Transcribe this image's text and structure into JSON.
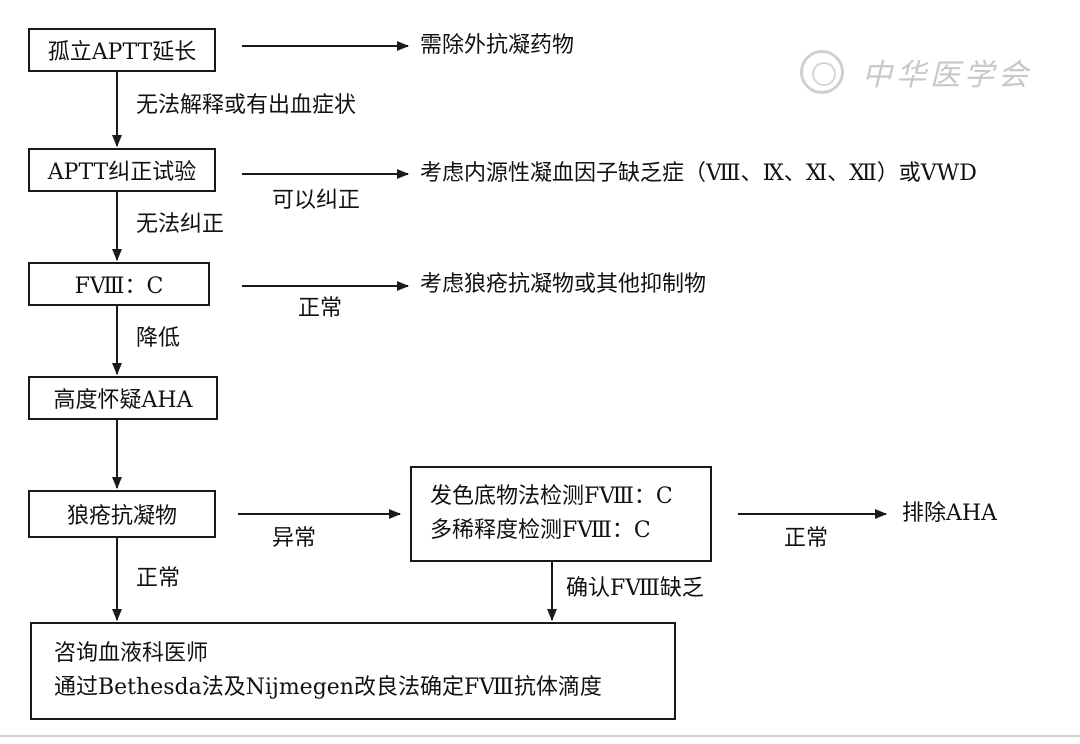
{
  "nodes": {
    "isolated_aptt": "孤立APTT延长",
    "aptt_correction": "APTT纠正试验",
    "f8c": "FⅧ：C",
    "suspect_aha": "高度怀疑AHA",
    "lupus": "狼疮抗凝物",
    "chromogenic": [
      "发色底物法检测FⅧ：C",
      "多稀释度检测FⅧ：C"
    ],
    "consult": [
      "咨询血液科医师",
      "通过Bethesda法及Nijmegen改良法确定FⅧ抗体滴度"
    ]
  },
  "outcomes": {
    "exclude_anticoag": "需除外抗凝药物",
    "intrinsic_deficiency": "考虑内源性凝血因子缺乏症（Ⅷ、Ⅸ、Ⅺ、Ⅻ）或VWD",
    "lupus_or_inhibitor": "考虑狼疮抗凝物或其他抑制物",
    "exclude_aha": "排除AHA"
  },
  "edge_labels": {
    "cannot_explain": "无法解释或有出血症状",
    "can_correct": "可以纠正",
    "cannot_correct": "无法纠正",
    "normal_f8": "正常",
    "decreased": "降低",
    "abnormal": "异常",
    "normal_lupus": "正常",
    "normal_chromo": "正常",
    "confirm_def": "确认FⅧ缺乏"
  },
  "watermark": "中华医学会",
  "colors": {
    "line": "#1a1a1a",
    "watermark": "#c8c8c8"
  }
}
